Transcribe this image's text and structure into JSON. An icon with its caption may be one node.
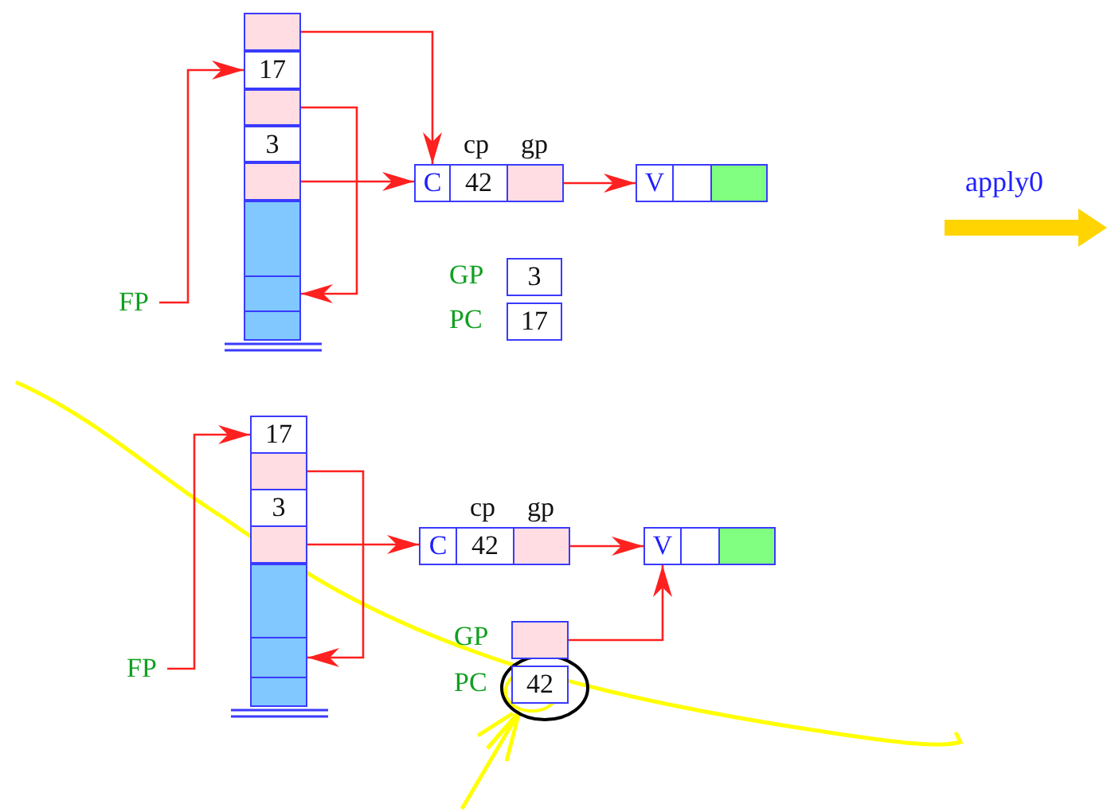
{
  "diagram": {
    "nodes": [
      {
        "text": [],
        "shape": "box"
      },
      {
        "text": [
          "17"
        ]
      },
      {
        "text": [],
        "shape": "box"
      },
      {
        "text": [
          "3"
        ]
      },
      {
        "text": [],
        "shape": "box"
      },
      {
        "text": [],
        "shape": "box"
      },
      {
        "text": [],
        "shape": "box"
      },
      {
        "text": [],
        "shape": "box"
      },
      {
        "text": [
          "FP"
        ]
      },
      {
        "text": [
          "C"
        ]
      },
      {
        "text": [
          "42"
        ],
        "beside": [
          "cp"
        ]
      },
      {
        "text": [],
        "shape": "box",
        "beside": [
          "gp"
        ]
      },
      {
        "text": [
          "V"
        ]
      },
      {
        "text": [],
        "shape": "box"
      },
      {
        "text": [],
        "shape": "box"
      },
      {
        "text": [
          "3"
        ],
        "beside": [
          "GP"
        ]
      },
      {
        "text": [
          "17"
        ],
        "beside": [
          "PC"
        ]
      },
      {
        "text": [
          "17"
        ]
      },
      {
        "text": [],
        "shape": "box"
      },
      {
        "text": [
          "3"
        ]
      },
      {
        "text": [],
        "shape": "box"
      },
      {
        "text": [],
        "shape": "box"
      },
      {
        "text": [],
        "shape": "box"
      },
      {
        "text": [],
        "shape": "box"
      },
      {
        "text": [
          "FP"
        ]
      },
      {
        "text": [
          "C"
        ]
      },
      {
        "text": [
          "42"
        ],
        "beside": [
          "cp"
        ]
      },
      {
        "text": [],
        "shape": "box",
        "beside": [
          "gp"
        ]
      },
      {
        "text": [
          "V"
        ]
      },
      {
        "text": [],
        "shape": "box"
      },
      {
        "text": [],
        "shape": "box"
      },
      {
        "text": [],
        "shape": "box",
        "beside": [
          "GP"
        ]
      },
      {
        "text": [
          "42"
        ],
        "beside": [
          "PC"
        ]
      }
    ],
    "edges": [
      {
        "from": 0,
        "to": 9,
        "arrow": "to"
      },
      {
        "from": 2,
        "to": 6,
        "arrow": "to"
      },
      {
        "from": 4,
        "to": 9,
        "arrow": "to"
      },
      {
        "from": 8,
        "to": 1,
        "arrow": "to"
      },
      {
        "from": 11,
        "to": 12,
        "arrow": "to"
      },
      {
        "from": 18,
        "to": 22,
        "arrow": "to"
      },
      {
        "from": 20,
        "to": 25,
        "arrow": "to"
      },
      {
        "from": 24,
        "to": 17,
        "arrow": "to"
      },
      {
        "from": 27,
        "to": 28,
        "arrow": "to"
      },
      {
        "from": 31,
        "to": 28,
        "arrow": "to"
      }
    ],
    "labels": [
      "apply0"
    ]
  }
}
